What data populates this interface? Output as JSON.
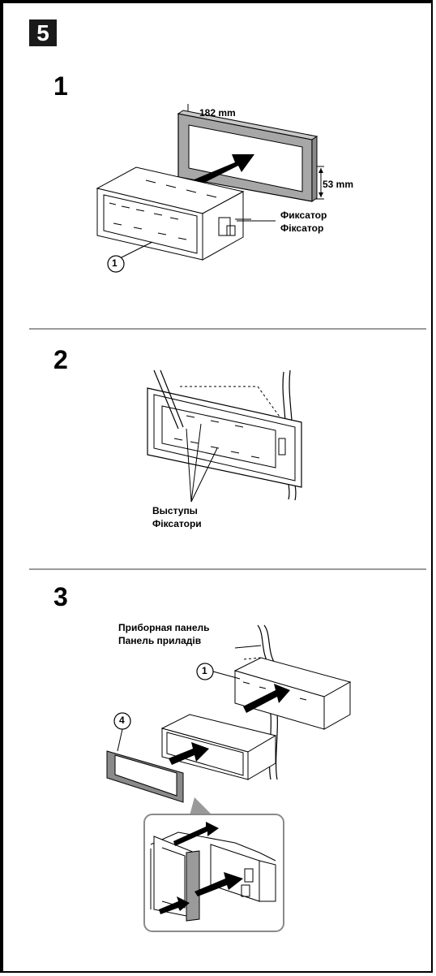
{
  "page": {
    "section_badge": "5"
  },
  "step1": {
    "number": "1",
    "width_dim": "182 mm",
    "height_dim": "53 mm",
    "latch_label_ru": "Фиксатор",
    "latch_label_ua": "Фіксатор",
    "callout_sleeve": "1"
  },
  "step2": {
    "number": "2",
    "claws_label_ru": "Выступы",
    "claws_label_ua": "Фіксатори"
  },
  "step3": {
    "number": "3",
    "dashboard_label_ru": "Приборная панель",
    "dashboard_label_ua": "Панель приладів",
    "callout_sleeve": "1",
    "callout_frame": "4"
  }
}
